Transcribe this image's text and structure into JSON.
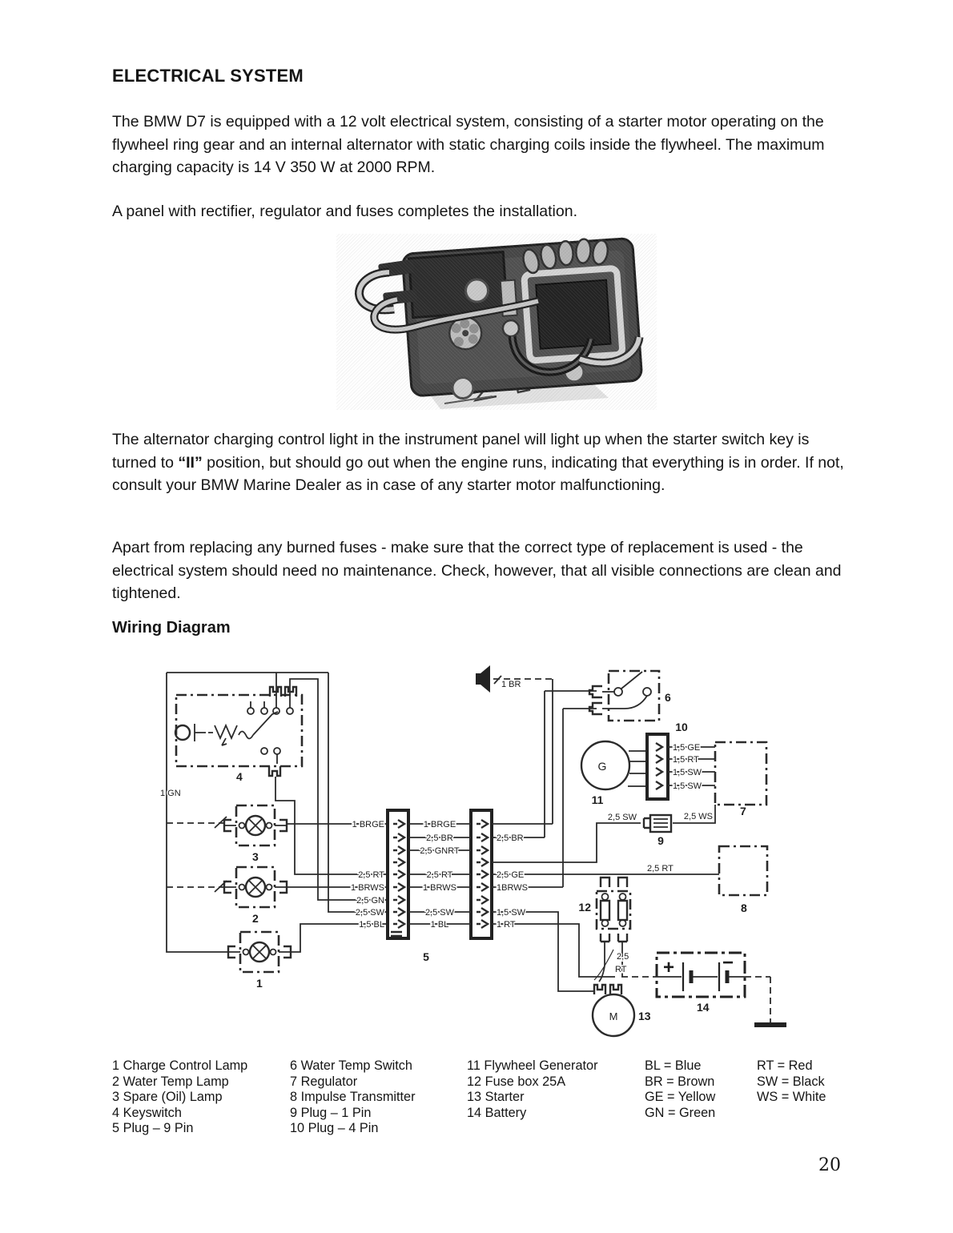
{
  "page": {
    "number": "20"
  },
  "headings": {
    "h1": "ELECTRICAL SYSTEM",
    "h2": "Wiring Diagram"
  },
  "paragraphs": {
    "p1": "The BMW D7 is equipped with a 12 volt electrical system, consisting of a starter motor operating on the flywheel ring gear and an internal alternator with static charging coils inside the flywheel. The maximum charging capacity is 14 V 350 W at 2000 RPM.",
    "p2": "A panel with rectifier, regulator and fuses completes the installation.",
    "p3_before": "The alternator charging control light in the instrument panel will light up when the starter switch key is turned to ",
    "p3_bold": "“II”",
    "p3_after": " position, but should go out when the engine runs, indicating that everything is in order. If not, consult your BMW Marine Dealer as in case of any starter motor malfunctioning.",
    "p4": "Apart from replacing any burned fuses - make sure that the correct type of replacement is used - the electrical system should need no maintenance. Check, however, that all visible connections are clean and tightened."
  },
  "diagram": {
    "components": {
      "c1": "1",
      "c2": "2",
      "c3": "3",
      "c4": "4",
      "c5": "5",
      "c6": "6",
      "c7": "7",
      "c8": "8",
      "c9": "9",
      "c10": "10",
      "c11": "11",
      "c12": "12",
      "c13": "13",
      "c14": "14"
    },
    "wires": {
      "gn": "1 GN",
      "br": "1 BR",
      "s1_left": [
        "1 BRGE",
        "2,5 RT",
        "1 BRWS",
        "2,5 GN",
        "2,5 SW",
        "1,5 BL"
      ],
      "s1_mid": [
        "1 BRGE",
        "2,5 BR",
        "2,5 GNRT",
        "2,5 RT",
        "1 BRWS",
        "2,5 SW",
        "1 BL"
      ],
      "s2_right": [
        "2,5 BR",
        "2,5 GE",
        "1BRWS",
        "1,5 SW",
        "1 RT"
      ],
      "p10": [
        "1,5 GE",
        "1,5 RT",
        "1,5 SW",
        "1,5 SW"
      ],
      "ws": "2,5 WS",
      "sw9": "2,5 SW",
      "rt8": "2,5 RT",
      "fuse_rt_1": "2,5",
      "fuse_rt_2": "RT",
      "gen": "G",
      "motor": "M",
      "plus": "+",
      "minus": "−"
    }
  },
  "legend": {
    "columns": [
      {
        "items": [
          "1 Charge Control Lamp",
          "2 Water Temp Lamp",
          "3 Spare (Oil) Lamp",
          "4 Keyswitch",
          "5 Plug – 9 Pin"
        ]
      },
      {
        "items": [
          "6 Water Temp Switch",
          "7 Regulator",
          "8 Impulse Transmitter",
          "9 Plug – 1 Pin",
          "10 Plug – 4 Pin"
        ]
      },
      {
        "items": [
          "11 Flywheel Generator",
          "12 Fuse box 25A",
          "13 Starter",
          "14 Battery"
        ]
      },
      {
        "items": [
          "BL = Blue",
          "BR = Brown",
          "GE = Yellow",
          "GN = Green"
        ]
      },
      {
        "items": [
          "RT = Red",
          "SW = Black",
          "WS = White"
        ]
      }
    ]
  }
}
